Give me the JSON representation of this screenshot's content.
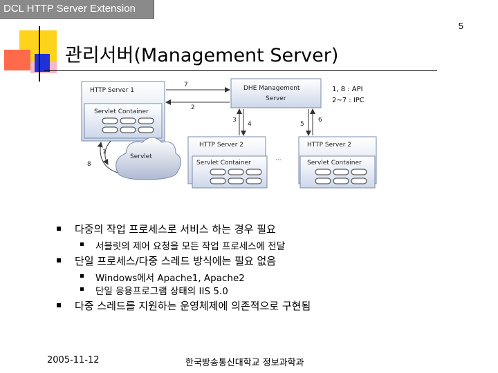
{
  "header": {
    "tab_label": "DCL HTTP Server Extension",
    "page_number": "5"
  },
  "title": "관리서버(Management Server)",
  "diagram": {
    "http_server_1": "HTTP Server 1",
    "servlet_container_1": "Servlet Container",
    "servlet": "Servlet",
    "dhe_management_server_line1": "DHE Management",
    "dhe_management_server_line2": "Server",
    "legend_line1": "1, 8 : API",
    "legend_line2": "2~7 : IPC",
    "http_server_2a": "HTTP Server 2",
    "servlet_container_2a": "Servlet Container",
    "http_server_2b": "HTTP Server 2",
    "servlet_container_2b": "Servlet Container",
    "ellipsis": "...",
    "arrow_labels": [
      "7",
      "2",
      "3",
      "4",
      "5",
      "6",
      "1",
      "8"
    ]
  },
  "bullets": [
    {
      "text": "다중의 작업 프로세스로 서비스 하는 경우 필요",
      "sub": [
        "서블릿의 제어 요청을 모든 작업 프로세스에 전달"
      ]
    },
    {
      "text": "단일 프로세스/다중 스레드 방식에는 필요 없음",
      "sub": [
        "Windows에서 Apache1, Apache2",
        "단일 응용프로그램 상태의 IIS 5.0"
      ]
    },
    {
      "text": "다중 스레드를 지원하는 운영체제에 의존적으로 구현됨",
      "sub": []
    }
  ],
  "footer": {
    "date": "2005-11-12",
    "org": "한국방송통신대학교 정보과학과"
  },
  "colors": {
    "deco_yellow": "#ffd21c",
    "deco_red": "#ff6b4a",
    "deco_blue": "#2231d6",
    "deco_pink": "#f6b9c6",
    "box_fill": "#dfe6f4"
  }
}
